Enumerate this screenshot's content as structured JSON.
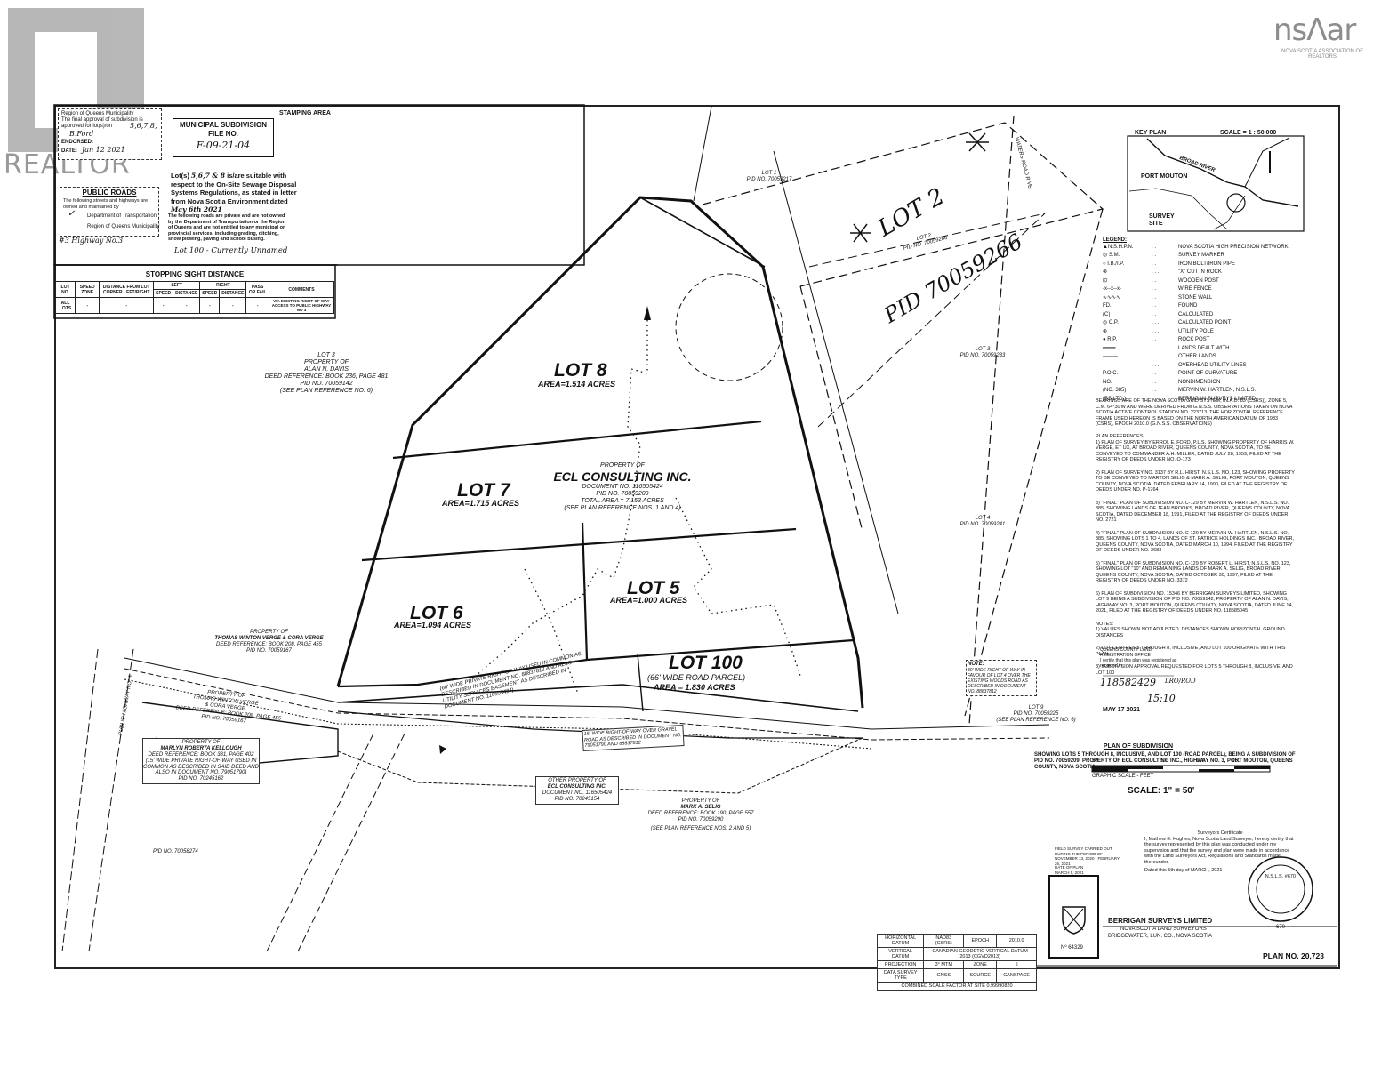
{
  "watermarks": {
    "realtor_text": "REALTOR",
    "nsar_logo": "nsᐱar",
    "nsar_subtitle": "NOVA SCOTIA ASSOCIATION OF REALTORS"
  },
  "approval_block": {
    "stamping_area_label": "STAMPING AREA",
    "region_approval": {
      "lines": [
        "Region of Queens Municipality",
        "The final approval of subdivision is",
        "approved for lot(s)/on"
      ],
      "handwritten_lots": "5,6,7,8,",
      "handwritten_name": "B.Ford",
      "endorsed_label": "ENDORSED:",
      "date_label": "DATE:",
      "date_value": "Jan 12 2021"
    },
    "municipal_file": {
      "title": "MUNICIPAL SUBDIVISION",
      "subtitle": "FILE NO.",
      "file_no": "F-09-21-04"
    },
    "septic_text_prefix": "Lot(s)",
    "septic_lots": "5,6,7 & 8",
    "septic_text": "is/are suitable with respect to the On-Site Sewage Disposal Systems Regulations, as stated in letter from Nova Scotia Environment dated",
    "septic_date": "May 6th 2021",
    "public_roads": {
      "title": "PUBLIC ROADS",
      "text": "The following streets and highways are owned and maintained by",
      "option1": "Department of Transportation",
      "option2": "Region of Queens Municipality",
      "handwritten": "#3 Highway No.3"
    },
    "private_roads_text": "The following roads are private and are not owned by the Department of Transportation or the Region of Queens and are not entitled to any municipal or provincial services, including grading, ditching, snow plowing, paving and school busing.",
    "private_roads_handwritten": "Lot 100 - Currently Unnamed"
  },
  "sight_distance": {
    "title": "STOPPING SIGHT DISTANCE",
    "headers": [
      "LOT NO.",
      "SPEED ZONE",
      "DISTANCE FROM LOT CORNER LEFT/RIGHT",
      "LEFT",
      "",
      "RIGHT",
      "",
      "PASS OR FAIL",
      "COMMENTS"
    ],
    "subheaders": [
      "",
      "",
      "",
      "SPEED",
      "DISTANCE",
      "SPEED",
      "DISTANCE",
      "",
      ""
    ],
    "row": [
      "ALL LOTS",
      "-",
      "-",
      "-",
      "-",
      "-",
      "-",
      "-",
      "VIA EXISTING RIGHT OF WAY ACCESS TO PUBLIC HIGHWAY NO 3"
    ]
  },
  "lots": [
    {
      "name": "LOT 8",
      "area": "AREA=1.514 ACRES"
    },
    {
      "name": "LOT 7",
      "area": "AREA=1.715 ACRES"
    },
    {
      "name": "LOT 6",
      "area": "AREA=1.094 ACRES"
    },
    {
      "name": "LOT 5",
      "area": "AREA=1.000 ACRES"
    },
    {
      "name": "LOT 100",
      "sub": "(66' WIDE ROAD PARCEL)",
      "area": "AREA = 1.830 ACRES"
    }
  ],
  "ecl_property": {
    "pre": "PROPERTY OF",
    "name": "ECL CONSULTING INC.",
    "doc": "DOCUMENT NO. 116505424",
    "pid": "PID NO. 70059209",
    "total": "TOTAL AREA = 7.153 ACRES",
    "ref": "(SEE PLAN REFERENCE NOS. 1 AND 4)"
  },
  "neighbors": {
    "lot3": {
      "l1": "LOT 3",
      "l2": "PROPERTY OF",
      "l3": "ALAN N. DAVIS",
      "l4": "DEED REFERENCE: BOOK 236, PAGE 481",
      "l5": "PID NO. 70059142",
      "l6": "(SEE PLAN REFERENCE NO. 6)"
    },
    "lot1": {
      "l1": "LOT 1",
      "l2": "PID NO. 70059217"
    },
    "lot2": {
      "l1": "LOT 2",
      "l2": "PID NO. 70059266",
      "handwritten_lot": "LOT 2",
      "handwritten_pid": "PID 70059266"
    },
    "lot3b": {
      "l1": "LOT 3",
      "l2": "PID NO. 70059233"
    },
    "lot4": {
      "l1": "LOT 4",
      "l2": "PID NO. 70059241"
    },
    "lot9": {
      "l1": "LOT 9",
      "l2": "PID NO. 70059225",
      "l3": "(SEE PLAN REFERENCE NO. 6)"
    },
    "verge1": {
      "l1": "PROPERTY OF",
      "l2": "THOMAS WINTON VERGE & CORA VERGE",
      "l3": "DEED REFERENCE: BOOK 208, PAGE 455",
      "l4": "PID NO. 70059167"
    },
    "verge2": {
      "l1": "PROPERTY OF",
      "l2": "THOMAS WINTON VERGE",
      "l3": "& CORA VERGE",
      "l4": "DEED REFERENCE: BOOK 208, PAGE 455",
      "l5": "PID NO. 70059167"
    },
    "kellough": {
      "l1": "PROPERTY OF",
      "l2": "MARLYN ROBERTA KELLOUGH",
      "l3": "DEED REFERENCE: BOOK 381, PAGE 402",
      "l4": "(15' WIDE PRIVATE RIGHT-OF-WAY USED IN",
      "l5": "COMMON AS DESCRIBED IN SAID DEED AND",
      "l6": "ALSO IN DOCUMENT NO. 79051790)",
      "l7": "PID NO. 70245162"
    },
    "pid_sw": "PID NO. 70058274",
    "ecl_other": {
      "l1": "OTHER PROPERTY OF",
      "l2": "ECL CONSULTING INC.",
      "l3": "DOCUMENT NO. 116505424",
      "l4": "PID NO. 70245154"
    },
    "selig": {
      "l1": "PROPERTY OF",
      "l2": "MARK A. SELIG",
      "l3": "DEED REFERENCE: BOOK 190, PAGE 557",
      "l4": "PID NO. 70059290",
      "l5": "(SEE PLAN REFERENCE NOS. 2 AND 5)"
    }
  },
  "easement_note": "(66' WIDE PRIVATE RIGHT-OF-WAY USED IN COMMON AS DESCRIBED IN DOCUMENT NO. 88837812 AND ALSO UTILITY SERVICES EASEMENT AS DESCRIBED IN DOCUMENT NO. 116505424)",
  "row_note_box": "15' WIDE RIGHT-OF-WAY OVER GRAVEL ROAD AS DESCRIBED IN DOCUMENT NO. 79051790 AND 88837812",
  "note_box_right": {
    "title": "NOTE:",
    "text": "30' WIDE RIGHT-OF-WAY IN FAVOUR OF LOT 4 OVER THE EXISTING WOODS ROAD AS DESCRIBED IN DOCUMENT NO. 88837812"
  },
  "roads": {
    "highway": "PUBLIC HIGHWAY NO. 3",
    "waters_road": "WATERS ROAD RIVE"
  },
  "key_plan": {
    "title": "KEY PLAN",
    "scale": "SCALE = 1 : 50,000",
    "river": "BROAD RIVER",
    "town": "PORT MOUTON",
    "site": "SURVEY SITE"
  },
  "legend": {
    "title": "LEGEND:",
    "items": [
      {
        "sym": "▲N.S.H.P.N.",
        "desc": "NOVA SCOTIA HIGH PRECISION NETWORK"
      },
      {
        "sym": "◎ S.M.",
        "desc": "SURVEY MARKER"
      },
      {
        "sym": "○ I.B./I.P.",
        "desc": "IRON BOLT/IRON PIPE"
      },
      {
        "sym": "⊗",
        "desc": "\"X\" CUT IN ROCK"
      },
      {
        "sym": "⊡",
        "desc": "WOODEN POST"
      },
      {
        "sym": "-x--x--x-",
        "desc": "WIRE FENCE"
      },
      {
        "sym": "∿∿∿∿",
        "desc": "STONE WALL"
      },
      {
        "sym": "FD.",
        "desc": "FOUND"
      },
      {
        "sym": "(C)",
        "desc": "CALCULATED"
      },
      {
        "sym": "◎ C.P.",
        "desc": "CALCULATED POINT"
      },
      {
        "sym": "⊕",
        "desc": "UTILITY POLE"
      },
      {
        "sym": "● R.P.",
        "desc": "ROCK POST"
      },
      {
        "sym": "━━━━",
        "desc": "LANDS DEALT WITH"
      },
      {
        "sym": "────",
        "desc": "OTHER LANDS"
      },
      {
        "sym": "- - - -",
        "desc": "OVERHEAD UTILITY LINES"
      },
      {
        "sym": "P.O.C.",
        "desc": "POINT OF CURVATURE"
      },
      {
        "sym": "NO.",
        "desc": "NONDIMENSION"
      },
      {
        "sym": "(NO. 385)",
        "desc": "MERVIN W. HARTLEN, N.S.L.S."
      },
      {
        "sym": "(BS.LTD.)",
        "desc": "BERRIGAN SURVEYS LIMITED"
      }
    ]
  },
  "bearings_note": "BEARINGS ARE OF THE NOVA SCOTIA GRID SYSTEM, (N.A.D. 83 (CSRS)), ZONE 5, C.M. 64°30'W AND WERE DERIVED FROM G.N.S.S. OBSERVATIONS TAKEN ON NOVA SCOTIA ACTIVE CONTROL STATION NO. 223713. THE HORIZONTAL REFERENCE FRAME USED HEREON IS BASED ON THE NORTH AMERICAN DATUM OF 1983 (CSRS), EPOCH 2010.0 (G.N.S.S. OBSERVATIONS)",
  "plan_references": {
    "title": "PLAN REFERENCES:",
    "items": [
      "1) PLAN OF SURVEY BY ERROL E. FORD, P.L.S. SHOWING PROPERTY OF HARRIS W. VERGE, ET UX, AT BROAD RIVER, QUEENS COUNTY, NOVA SCOTIA, TO BE CONVEYED TO COMMANDER A.H. MILLER, DATED JULY 28, 1959, FILED AT THE REGISTRY OF DEEDS UNDER NO. Q-173",
      "2) PLAN OF SURVEY NO. 3137 BY R.L. HIRST, N.S.L.S. NO. 123, SHOWING PROPERTY TO BE CONVEYED TO MARTON SELIG & MARK A. SELIG, PORT MOUTON, QUEENS COUNTY, NOVA SCOTIA, DATED FEBRUARY 14, 1990, FILED AT THE REGISTRY OF DEEDS UNDER NO. P-1764",
      "3) \"FINAL\" PLAN OF SUBDIVISION NO. C-129 BY MERVIN W. HARTLEN, N.S.L.S. NO. 385, SHOWING LANDS OF JEAN BROOKS, BROAD RIVER, QUEENS COUNTY, NOVA SCOTIA, DATED DECEMBER 18, 1991, FILED AT THE REGISTRY OF DEEDS UNDER NO. 2721",
      "4) \"FINAL\" PLAN OF SUBDIVISION NO. C-120 BY MERVIN W. HARTLEN, N.S.L.S. NO. 385, SHOWING LOTS 1 TO 4, LANDS OF ST. PATRICK HOLDINGS INC., BROAD RIVER, QUEENS COUNTY, NOVA SCOTIA, DATED MARCH 10, 1994, FILED AT THE REGISTRY OF DEEDS UNDER NO. 2683",
      "5) \"FINAL\" PLAN OF SUBDIVISION NO. C-129 BY ROBERT L. HIRST, N.S.L.S. NO. 123, SHOWING LOT \"10\" AND REMAINING LANDS OF MARK A. SELIG, BROAD RIVER, QUEENS COUNTY, NOVA SCOTIA, DATED OCTOBER 30, 1997, FILED AT THE REGISTRY OF DEEDS UNDER NO. 3372",
      "6) PLAN OF SUBDIVISION NO. 15346 BY BERRIGAN SURVEYS LIMITED, SHOWING LOT 9 BEING A SUBDIVISION OF PID NO. 70059142, PROPERTY OF ALAN N. DAVIS, HIGHWAY NO. 3, PORT MOUTON, QUEENS COUNTY, NOVA SCOTIA, DATED JUNE 14, 2021, FILED AT THE REGISTRY OF DEEDS UNDER NO. 118585045"
    ]
  },
  "notes": {
    "title": "NOTES:",
    "items": [
      "1) VALUES SHOWN NOT ADJUSTED. DISTANCES SHOWN HORIZONTAL GROUND DISTANCES",
      "2) LOT CENTRES 5 THROUGH 8, INCLUSIVE, AND LOT 100 ORIGINATE WITH THIS PLAN",
      "3) SUBDIVISION APPROVAL REQUESTED FOR LOTS 5 THROUGH 8, INCLUSIVE, AND LOT 100"
    ]
  },
  "registration": {
    "office": "QUEENS COUNTY LAND REGISTRATION OFFICE",
    "text": "I certify that this plan was registered as recorded in",
    "doc_no": "118582429",
    "time": "15:10",
    "date": "MAY 17 2021",
    "label": "LRO/ROD"
  },
  "title_block": {
    "title": "PLAN OF SUBDIVISION",
    "desc": "SHOWING LOTS 5 THROUGH 8, INCLUSIVE, AND LOT 100 (ROAD PARCEL), BEING A SUBDIVISION OF PID NO. 70059209, PROPERTY OF ECL CONSULTING INC., HIGHWAY NO. 3, PORT MOUTON, QUEENS COUNTY, NOVA SCOTIA",
    "scale_ticks": [
      "50",
      "0",
      "50",
      "100",
      "150"
    ],
    "graphic_scale": "GRAPHIC SCALE - FEET",
    "scale": "SCALE: 1\" = 50'"
  },
  "field_info": {
    "field_survey": "FIELD SURVEY CARRIED OUT DURING THE PERIOD OF NOVEMBER 13, 2020 - FEBRUARY 26, 2021",
    "date_label": "DATE OF PLAN",
    "date": "MARCH 5, 2021"
  },
  "certificate": {
    "title": "Surveyors Certificate",
    "text": "I, Mathew E. Hughes, Nova Scotia Land Surveyor, hereby certify that the survey represented by this plan was conducted under my supervision and that the survey and plan were made in accordance with the Land Surveyors Act, Regulations and Standards made thereunder.",
    "dated": "Dated this 5th day of MARCH, 2021",
    "nslss": "N.S.L.S. #670"
  },
  "company": {
    "name": "BERRIGAN SURVEYS LIMITED",
    "sub1": "NOVA SCOTIA LAND SURVEYORS",
    "sub2": "BRIDGEWATER, LUN. CO., NOVA SCOTIA",
    "stamp_no": "Nº 64329",
    "seal_no": "670",
    "plan_no": "PLAN NO. 20,723"
  },
  "datum": {
    "rows": [
      [
        "HORIZONTAL DATUM",
        "NAD83 (CSRS)",
        "EPOCH",
        "2010.0"
      ],
      [
        "VERTICAL DATUM",
        "CANADIAN GEODETIC VERTICAL DATUM 2013 (CGVD2013)",
        "",
        ""
      ],
      [
        "PROJECTION",
        "3° MTM",
        "ZONE",
        "5"
      ],
      [
        "DATA SURVEY TYPE",
        "GNSS",
        "SOURCE",
        "CANSPACE"
      ]
    ],
    "combined": "COMBINED SCALE FACTOR AT SITE 0.99990820"
  }
}
